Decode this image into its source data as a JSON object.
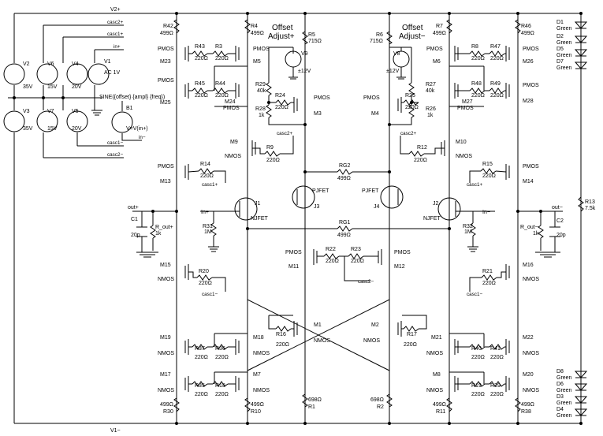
{
  "rails": {
    "v2p": "V2+",
    "v1m": "V1−",
    "casc2p": "casc2+",
    "casc1p": "casc1+",
    "inp": "in+",
    "casc1m": "casc1−",
    "casc2m": "casc2−",
    "inm": "in−"
  },
  "sources": {
    "v2": "V2",
    "v2v": "35V",
    "v6": "V6",
    "v6v": "15V",
    "v4": "V4",
    "v4v": "20V",
    "v1": "V1",
    "v1v": "AC 1V",
    "v1sine": "SINE({offset} {ampl} {freq})",
    "v3": "V3",
    "v3v": "35V",
    "v7": "V7",
    "v7v": "15V",
    "v5": "V5",
    "v5v": "20V",
    "b1": "B1",
    "b1v": "V=V(in+)",
    "v9": "V9",
    "v9v": "±12V",
    "v8": "V8",
    "v8v": "±12V"
  },
  "offset": {
    "plus_l1": "Offset",
    "plus_l2": "Adjust+",
    "minus_l1": "Offset",
    "minus_l2": "Adjust−"
  },
  "labels": {
    "pmos": "PMOS",
    "nmos": "NMOS",
    "r220": "220Ω",
    "r499": "499Ω",
    "r715": "715Ω",
    "r698": "698Ω",
    "r40k": "40k",
    "r1k": "1k",
    "r1m": "1M",
    "r7k5": "7.5k",
    "c20p": "20p",
    "green": "Green",
    "pjfet": "PJFET",
    "njfet": "NJFET",
    "outp": "out+",
    "outm": "out−",
    "inp": "In+",
    "inm": "In−",
    "rout_p": "R_out+",
    "rout_m": "R_out−"
  },
  "refs": {
    "R42": "R42",
    "R43": "R43",
    "R3": "R3",
    "R4": "R4",
    "R5": "R5",
    "R6": "R6",
    "R7": "R7",
    "R8": "R8",
    "R47": "R47",
    "R46": "R46",
    "R45": "R45",
    "R44": "R44",
    "R48": "R48",
    "R49": "R49",
    "R29": "R29",
    "R24": "R24",
    "R28": "R28",
    "R25": "R25",
    "R27": "R27",
    "R26": "R26",
    "R9": "R9",
    "R12": "R12",
    "R14": "R14",
    "R15": "R15",
    "RG2": "RG2",
    "RG1": "RG1",
    "R31": "R31",
    "R32": "R32",
    "R13": "R13",
    "R22": "R22",
    "R23": "R23",
    "R20": "R20",
    "R21": "R21",
    "R16": "R16",
    "R17": "R17",
    "R37": "R37",
    "R36": "R36",
    "R40": "R40",
    "R41": "R41",
    "R35": "R35",
    "R18": "R18",
    "R19": "R19",
    "R39": "R39",
    "R30": "R30",
    "R10": "R10",
    "R1": "R1",
    "R2": "R2",
    "R11": "R11",
    "R38": "R38",
    "C1": "C1",
    "C2": "C2",
    "M23": "M23",
    "M5": "M5",
    "M6": "M6",
    "M26": "M26",
    "M25": "M25",
    "M24": "M24",
    "M27": "M27",
    "M28": "M28",
    "M3": "M3",
    "M4": "M4",
    "M9": "M9",
    "M10": "M10",
    "M13": "M13",
    "M14": "M14",
    "M11": "M11",
    "M12": "M12",
    "M15": "M15",
    "M16": "M16",
    "M1": "M1",
    "M2": "M2",
    "M19": "M19",
    "M18": "M18",
    "M21": "M21",
    "M22": "M22",
    "M17": "M17",
    "M7": "M7",
    "M8": "M8",
    "M20": "M20",
    "J1": "J1",
    "J2": "J2",
    "J3": "J3",
    "J4": "J4",
    "D1": "D1",
    "D2": "D2",
    "D5": "D5",
    "D7": "D7",
    "D8": "D8",
    "D6": "D6",
    "D3": "D3",
    "D4": "D4"
  }
}
